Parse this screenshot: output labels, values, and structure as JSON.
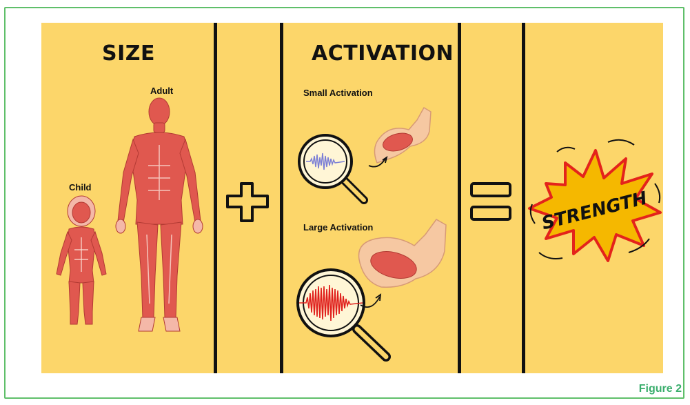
{
  "sections": {
    "size_heading": "SIZE",
    "activation_heading": "ACTIVATION"
  },
  "size_labels": {
    "adult": "Adult",
    "child": "Child"
  },
  "activation_labels": {
    "small": "Small Activation",
    "large": "Large Activation"
  },
  "operators": {
    "plus": "+",
    "equals": "="
  },
  "result": {
    "text": "STRENGTH"
  },
  "figure_label": "Figure 2",
  "colors": {
    "frame_border": "#5fbf6a",
    "panel_background": "#fcd66a",
    "muscle": "#e0584f",
    "small_signal": "#7b7fd6",
    "large_signal": "#e0201c",
    "burst_fill": "#f5b800",
    "burst_outline": "#e4231b",
    "caption": "#38ad6b"
  },
  "icons": [
    "adult-muscle-figure-icon",
    "child-muscle-figure-icon",
    "magnifier-icon",
    "arm-muscle-icon",
    "plus-icon",
    "equals-icon",
    "burst-icon"
  ]
}
